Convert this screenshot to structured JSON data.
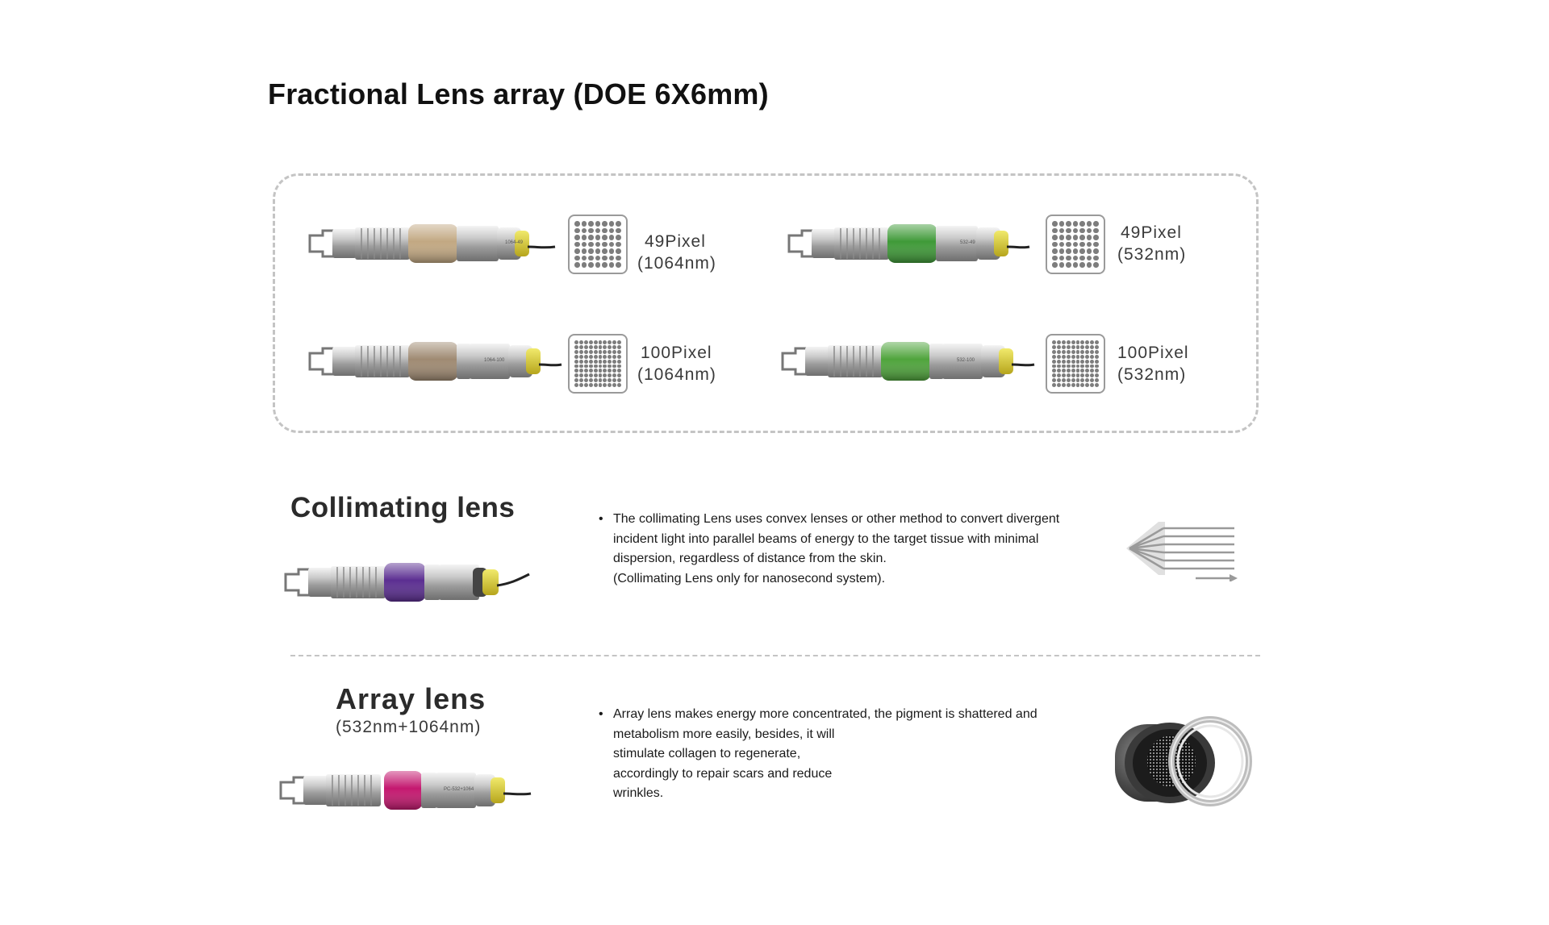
{
  "header": {
    "title": "Fractional Lens array (DOE 6X6mm)"
  },
  "fractional_array": {
    "items": [
      {
        "pixel": "49Pixel",
        "wavelength": "(1064nm)",
        "grid": 7,
        "accent": "#c2a882",
        "engraving": "1064-49"
      },
      {
        "pixel": "49Pixel",
        "wavelength": "(532nm)",
        "grid": 7,
        "accent": "#3f9a38",
        "engraving": "532-49"
      },
      {
        "pixel": "100Pixel",
        "wavelength": "(1064nm)",
        "grid": 10,
        "accent": "#9f8a72",
        "engraving": "1064-100"
      },
      {
        "pixel": "100Pixel",
        "wavelength": "(532nm)",
        "grid": 10,
        "accent": "#4fa43c",
        "engraving": "532-100"
      }
    ]
  },
  "collimating": {
    "title": "Collimating lens",
    "accent": "#5b2e91",
    "bullet": "•",
    "lines": [
      "The collimating Lens uses convex lenses or other method to convert divergent",
      "incident light into parallel beams of energy to the target tissue with minimal",
      "dispersion, regardless of distance from the skin.",
      "(Collimating Lens only for nanosecond system)."
    ]
  },
  "array": {
    "title": "Array lens",
    "subtitle": "(532nm+1064nm)",
    "accent": "#c4186f",
    "engraving": "PC-532+1064",
    "bullet": "•",
    "lines": [
      "Array lens makes energy more concentrated, the pigment is shattered and",
      "metabolism more easily, besides, it will",
      "stimulate collagen to regenerate,",
      "accordingly to repair scars and reduce",
      "wrinkles."
    ]
  },
  "icons": {
    "collimation": "parallel-beam-icon",
    "array_lens": "lens-closeup-image"
  }
}
